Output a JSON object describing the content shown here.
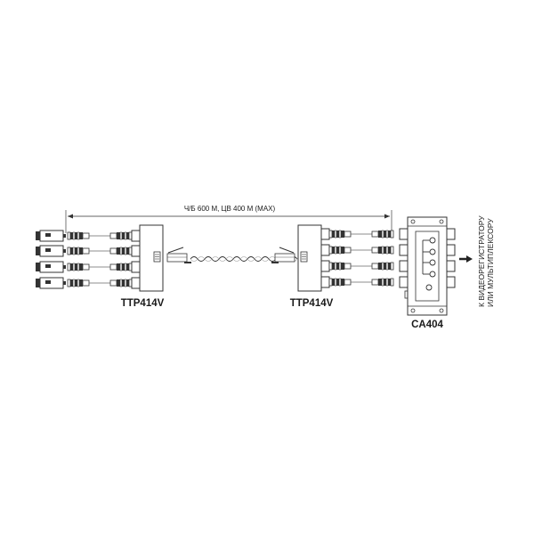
{
  "diagram": {
    "distance_label": "Ч/Б 600 М, ЦВ 400 М (MAX)",
    "left_device": {
      "label": "TTP414V"
    },
    "right_device": {
      "label": "TTP414V"
    },
    "power_unit": {
      "label": "CA404"
    },
    "output_label_line1": "К ВИДЕОРЕГИСТРАТОРУ",
    "output_label_line2": "ИЛИ МУЛЬТИПЛЕКСОРУ",
    "camera_count": 4,
    "colors": {
      "line": "#333333",
      "fill": "#ffffff",
      "dark": "#222222"
    }
  }
}
